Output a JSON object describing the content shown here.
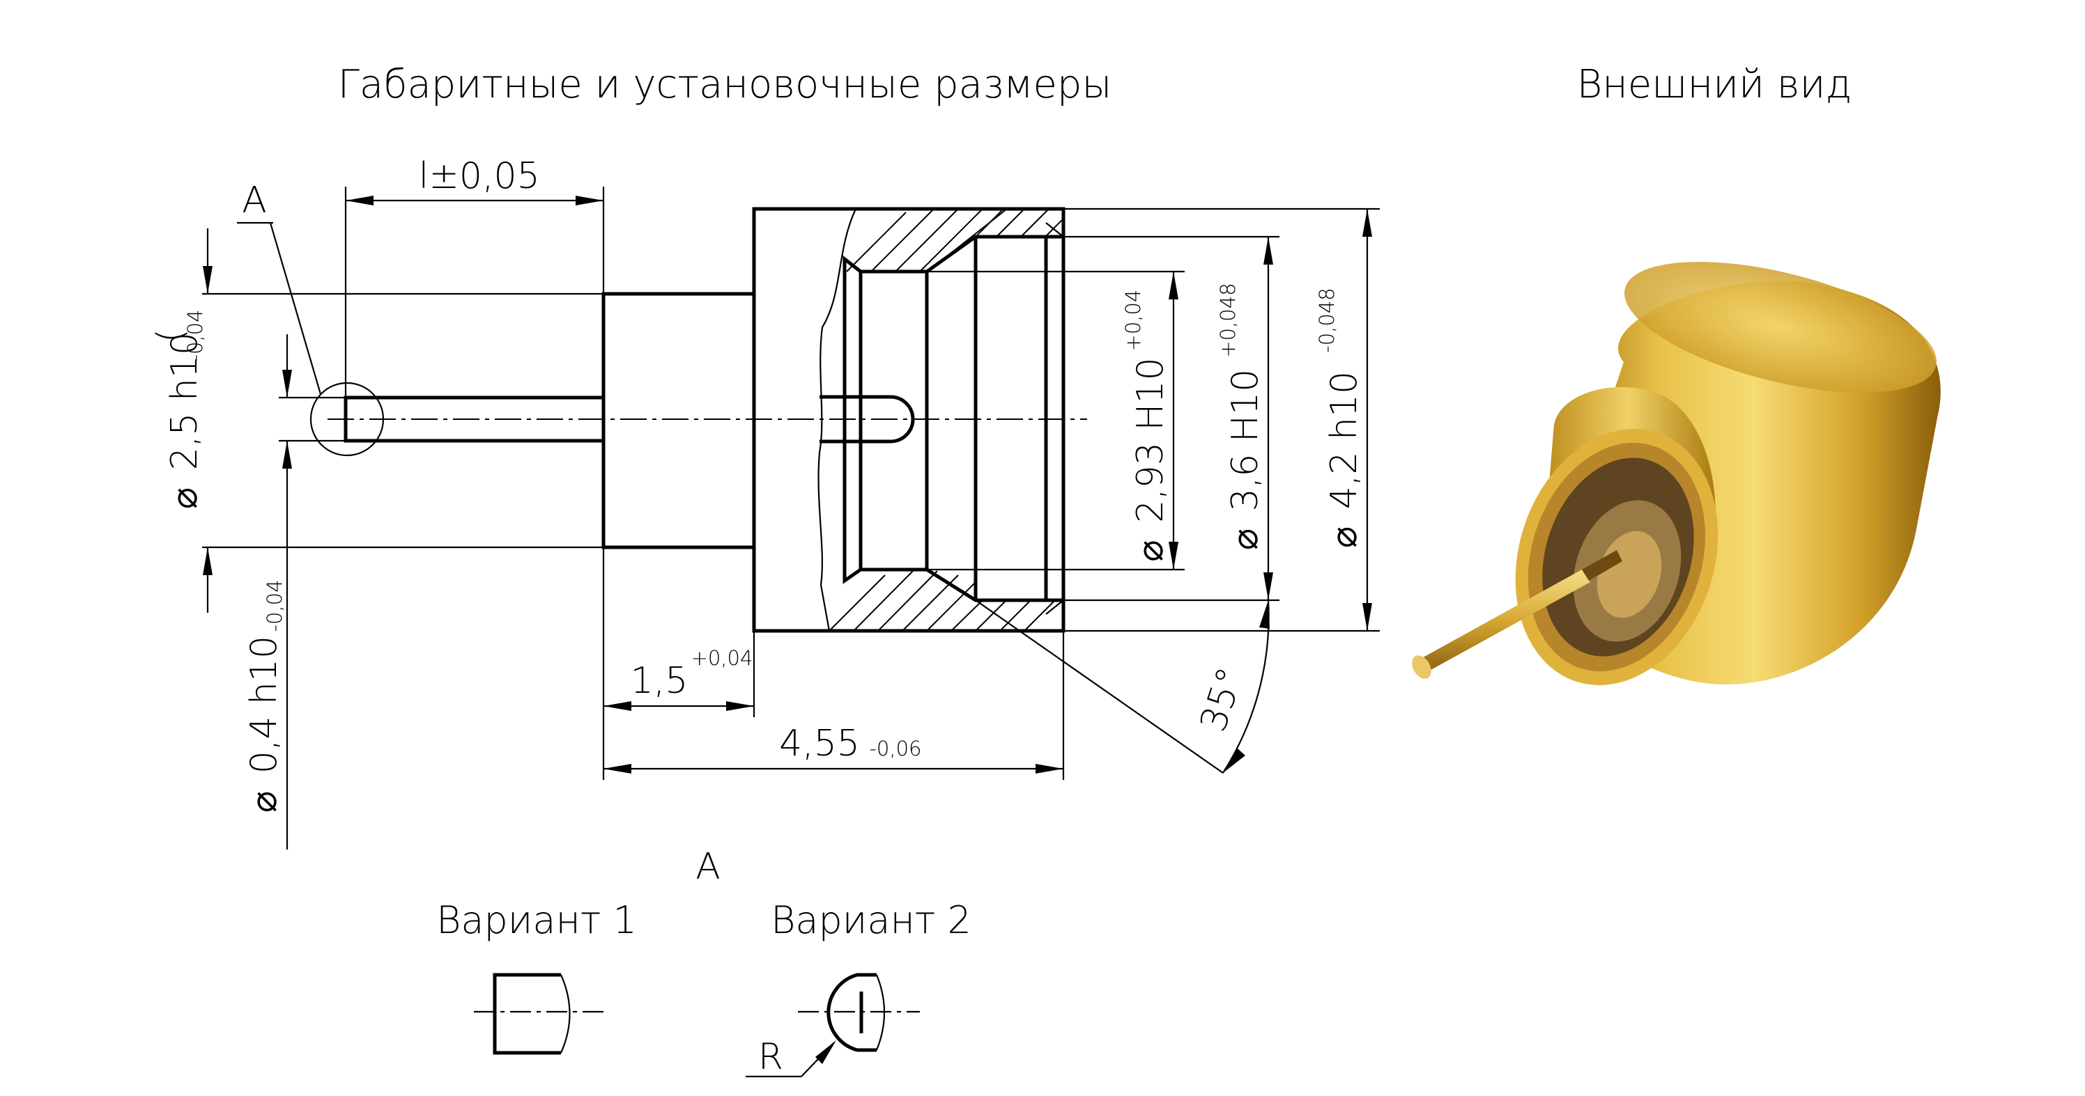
{
  "titles": {
    "left": "Габаритные и установочные размеры",
    "right": "Внешний вид"
  },
  "dimensions": {
    "l_label": "l",
    "l_tol": "±0,05",
    "view_a": "A",
    "d25": "2,5 h10",
    "d25_tol": "-0,04",
    "d04": "0,4 h10",
    "d04_tol": "-0,04",
    "d293": "2,93 H10",
    "d293_tol": "+0,04",
    "d36": "3,6 H10",
    "d36_tol": "+0,048",
    "d42": "4,2 h10",
    "d42_tol": "-0,048",
    "len15": "1,5",
    "len15_tol": "+0,04",
    "len455": "4,55",
    "len455_tol": "-0,06",
    "angle": "35°",
    "diameter_symbol": "⌀"
  },
  "variants": {
    "label_a": "A",
    "v1": "Вариант 1",
    "v2": "Вариант 2",
    "radius": "R"
  },
  "colors": {
    "gold_light": "#f7e27a",
    "gold_mid": "#d9ab2a",
    "gold_dark": "#8a5e0c",
    "ink": "#000000"
  }
}
